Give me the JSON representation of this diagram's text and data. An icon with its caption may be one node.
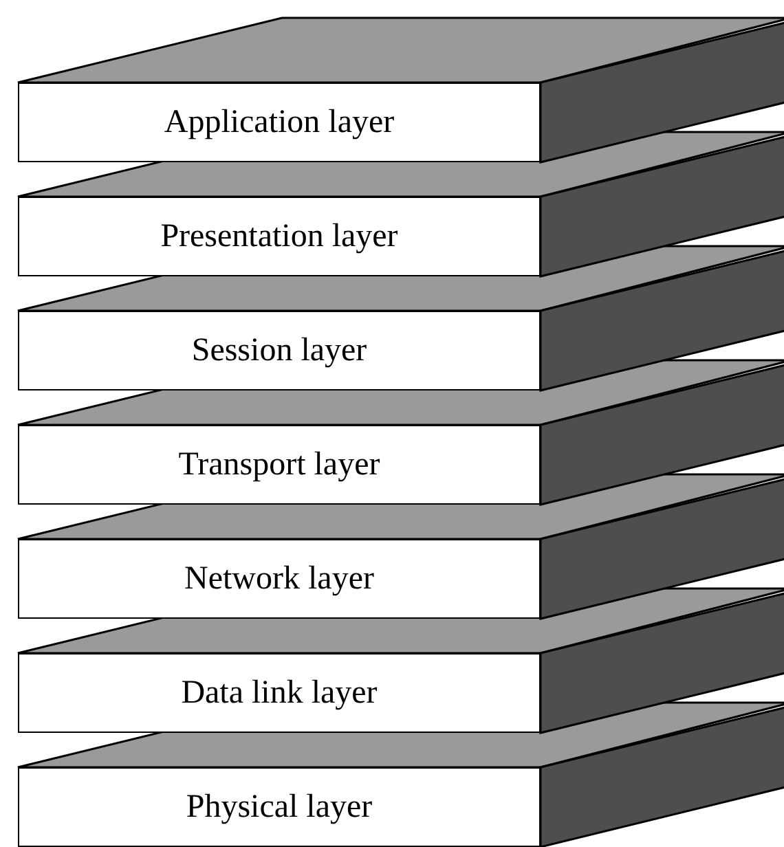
{
  "diagram": {
    "nodes": [
      {
        "text": [
          "Application layer"
        ]
      },
      {
        "text": [
          "Presentation layer"
        ]
      },
      {
        "text": [
          "Session layer"
        ]
      },
      {
        "text": [
          "Transport layer"
        ]
      },
      {
        "text": [
          "Network layer"
        ]
      },
      {
        "text": [
          "Data link layer"
        ]
      },
      {
        "text": [
          "Physical layer"
        ]
      }
    ]
  }
}
